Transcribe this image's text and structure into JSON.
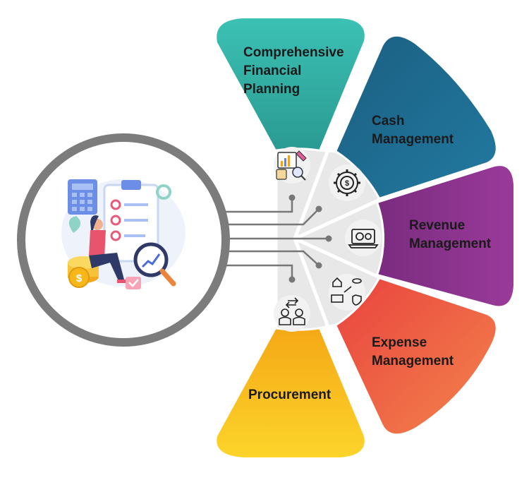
{
  "segments": [
    {
      "id": "financial-planning",
      "lines": [
        "Comprehensive",
        "Financial",
        "Planning"
      ],
      "color": "#34b3a7",
      "icon": "chart-magnifier-icon"
    },
    {
      "id": "cash",
      "lines": [
        "Cash",
        "Management"
      ],
      "color": "#1b6e8c",
      "icon": "dollar-gear-icon"
    },
    {
      "id": "revenue",
      "lines": [
        "Revenue",
        "Management"
      ],
      "color": "#8a2f8c",
      "icon": "laptop-gears-icon"
    },
    {
      "id": "expense",
      "lines": [
        "Expense",
        "Management"
      ],
      "color": "#ef6642",
      "icon": "expense-icon"
    },
    {
      "id": "procurement",
      "lines": [
        "Procurement"
      ],
      "color": "#f7b719",
      "icon": "procurement-icon"
    }
  ],
  "center": {
    "illustration": "finance-woman-illustration"
  },
  "colors": {
    "ring": "#7c7c7c",
    "hub": "#e6e6e6",
    "connector": "#777777"
  }
}
